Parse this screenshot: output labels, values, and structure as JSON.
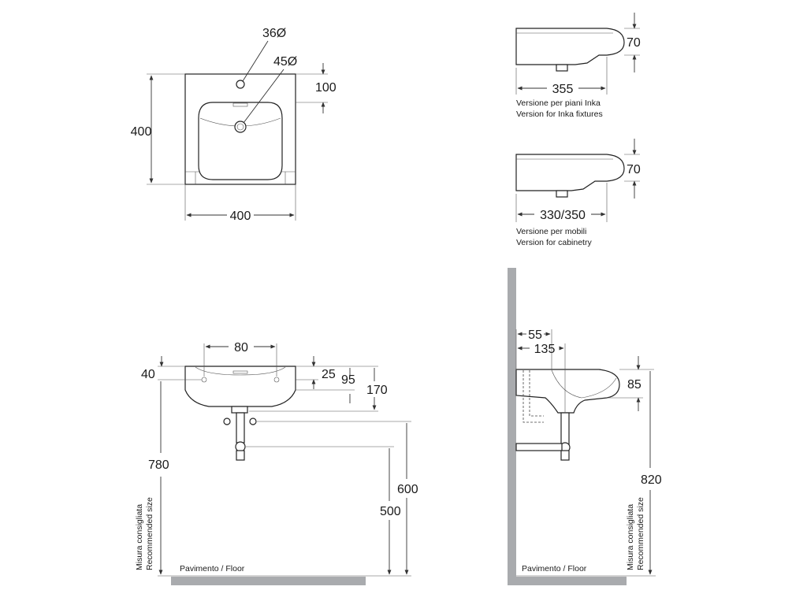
{
  "top_view": {
    "hole_tap": "36Ø",
    "hole_drain": "45Ø",
    "dim_100": "100",
    "height": "400",
    "width": "400"
  },
  "side_inka": {
    "depth": "70",
    "length": "355",
    "caption_it": "Versione per piani Inka",
    "caption_en": "Version for Inka fixtures"
  },
  "side_cabinet": {
    "depth": "70",
    "length": "330/350",
    "caption_it": "Versione per mobili",
    "caption_en": "Version for cabinetry"
  },
  "front_view": {
    "dim_80": "80",
    "dim_40": "40",
    "dim_25": "25",
    "dim_95": "95",
    "dim_170": "170",
    "dim_780": "780",
    "dim_600": "600",
    "dim_500": "500",
    "recommended_it": "Misura consigliata",
    "recommended_en": "Recommended size",
    "floor": "Pavimento / Floor"
  },
  "wall_view": {
    "dim_55": "55",
    "dim_135": "135",
    "dim_85": "85",
    "dim_820": "820",
    "recommended_it": "Misura consigliata",
    "recommended_en": "Recommended size",
    "floor": "Pavimento / Floor"
  }
}
